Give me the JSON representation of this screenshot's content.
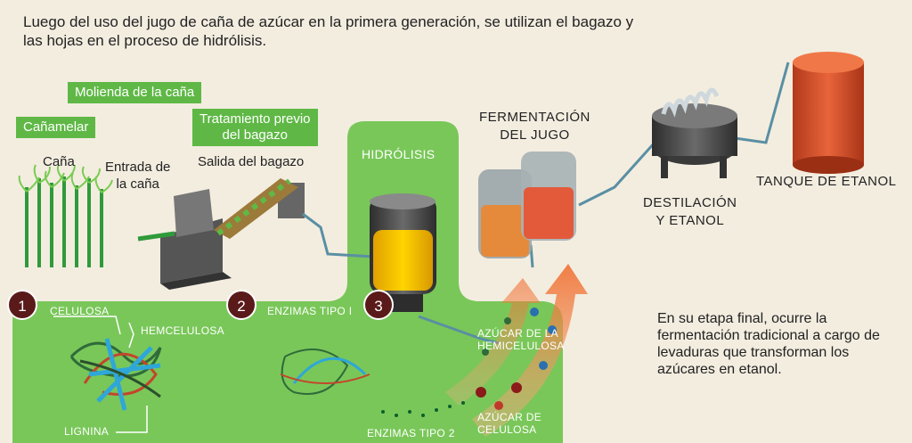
{
  "intro_text": "Luego del uso del jugo de caña de azúcar en la primera generación, se utilizan el bagazo y las hojas en el proceso de hidrólisis.",
  "labels": {
    "molienda": "Molienda de la caña",
    "canamelar": "Cañamelar",
    "tratamiento_line1": "Tratamiento previo",
    "tratamiento_line2": "del bagazo",
    "cana": "Caña",
    "entrada_line1": "Entrada de",
    "entrada_line2": "la caña",
    "salida": "Salida del bagazo",
    "hidrolisis": "HIDRÓLISIS",
    "fermentacion_line1": "FERMENTACIÓN",
    "fermentacion_line2": "DEL JUGO",
    "destilacion_line1": "DESTILACIÓN",
    "destilacion_line2": "Y ETANOL",
    "tanque": "TANQUE DE ETANOL",
    "celulosa": "CELULOSA",
    "hemicelulosa": "HEMCELULOSA",
    "lignina": "LIGNINA",
    "enzimas_tipo1": "ENZIMAS TIPO I",
    "enzimas_tipo2": "ENZIMAS TIPO 2",
    "azucar_hemi_line1": "AZÚCAR DE LA",
    "azucar_hemi_line2": "HEMICELULOSA",
    "azucar_celu_line1": "AZÚCAR DE",
    "azucar_celu_line2": "CELULOSA"
  },
  "steps": [
    "1",
    "2",
    "3"
  ],
  "final_text": "En su etapa final, ocurre la fermentación tradicional a cargo de levaduras que transforman los azúcares en etanol.",
  "colors": {
    "background": "#f3ede0",
    "green_panel": "#6cc24a",
    "label_green": "#5fb846",
    "step_circle": "#5a1a1a",
    "ethanol_tank": "#d9532a",
    "arrow": "#f08a4b"
  }
}
